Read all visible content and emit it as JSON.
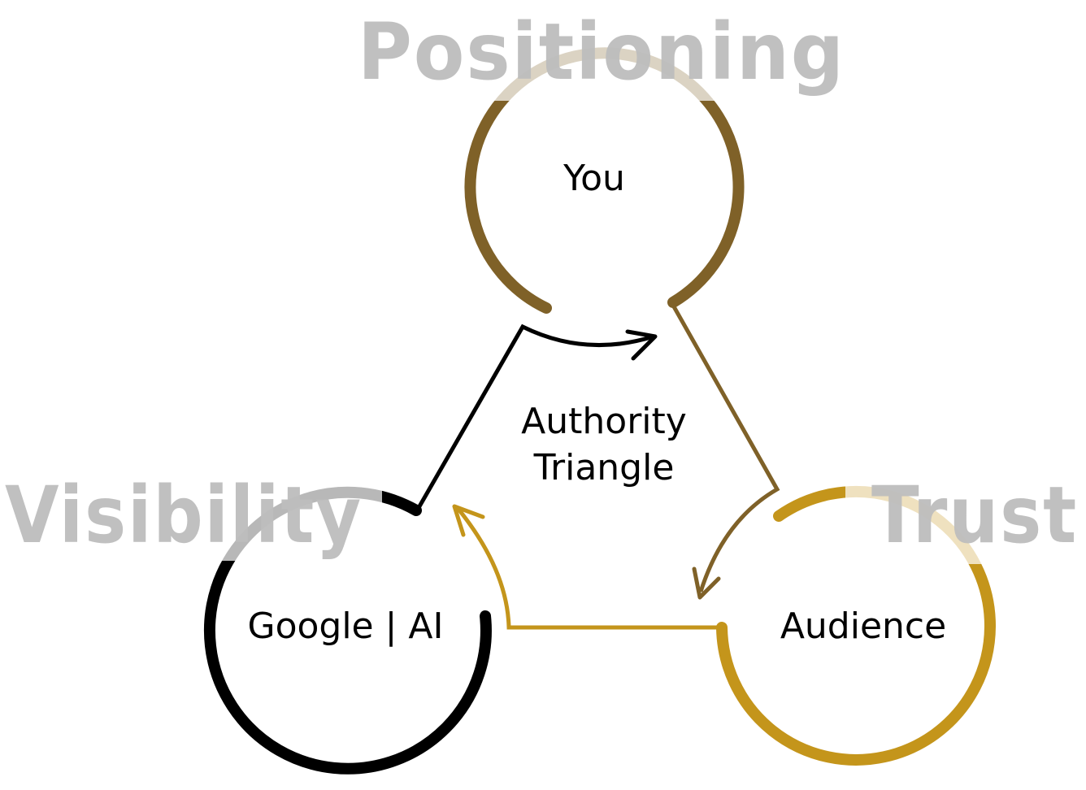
{
  "diagram": {
    "center_title": [
      "Authority",
      "Triangle"
    ],
    "nodes": [
      {
        "id": "you",
        "label": "You",
        "color": "#7f6128"
      },
      {
        "id": "google-ai",
        "label": "Google | AI",
        "color": "#000000"
      },
      {
        "id": "audience",
        "label": "Audience",
        "color": "#c4951b"
      }
    ],
    "pillars": [
      {
        "id": "positioning",
        "label": "Positioning"
      },
      {
        "id": "visibility",
        "label": "Visibility"
      },
      {
        "id": "trust",
        "label": "Trust"
      }
    ],
    "edges": [
      {
        "from": "google-ai",
        "to": "you",
        "color": "#000000"
      },
      {
        "from": "you",
        "to": "audience",
        "color": "#7f6128"
      },
      {
        "from": "audience",
        "to": "google-ai",
        "color": "#c4951b"
      }
    ],
    "pillar_text_color": "#bdbdbd"
  }
}
